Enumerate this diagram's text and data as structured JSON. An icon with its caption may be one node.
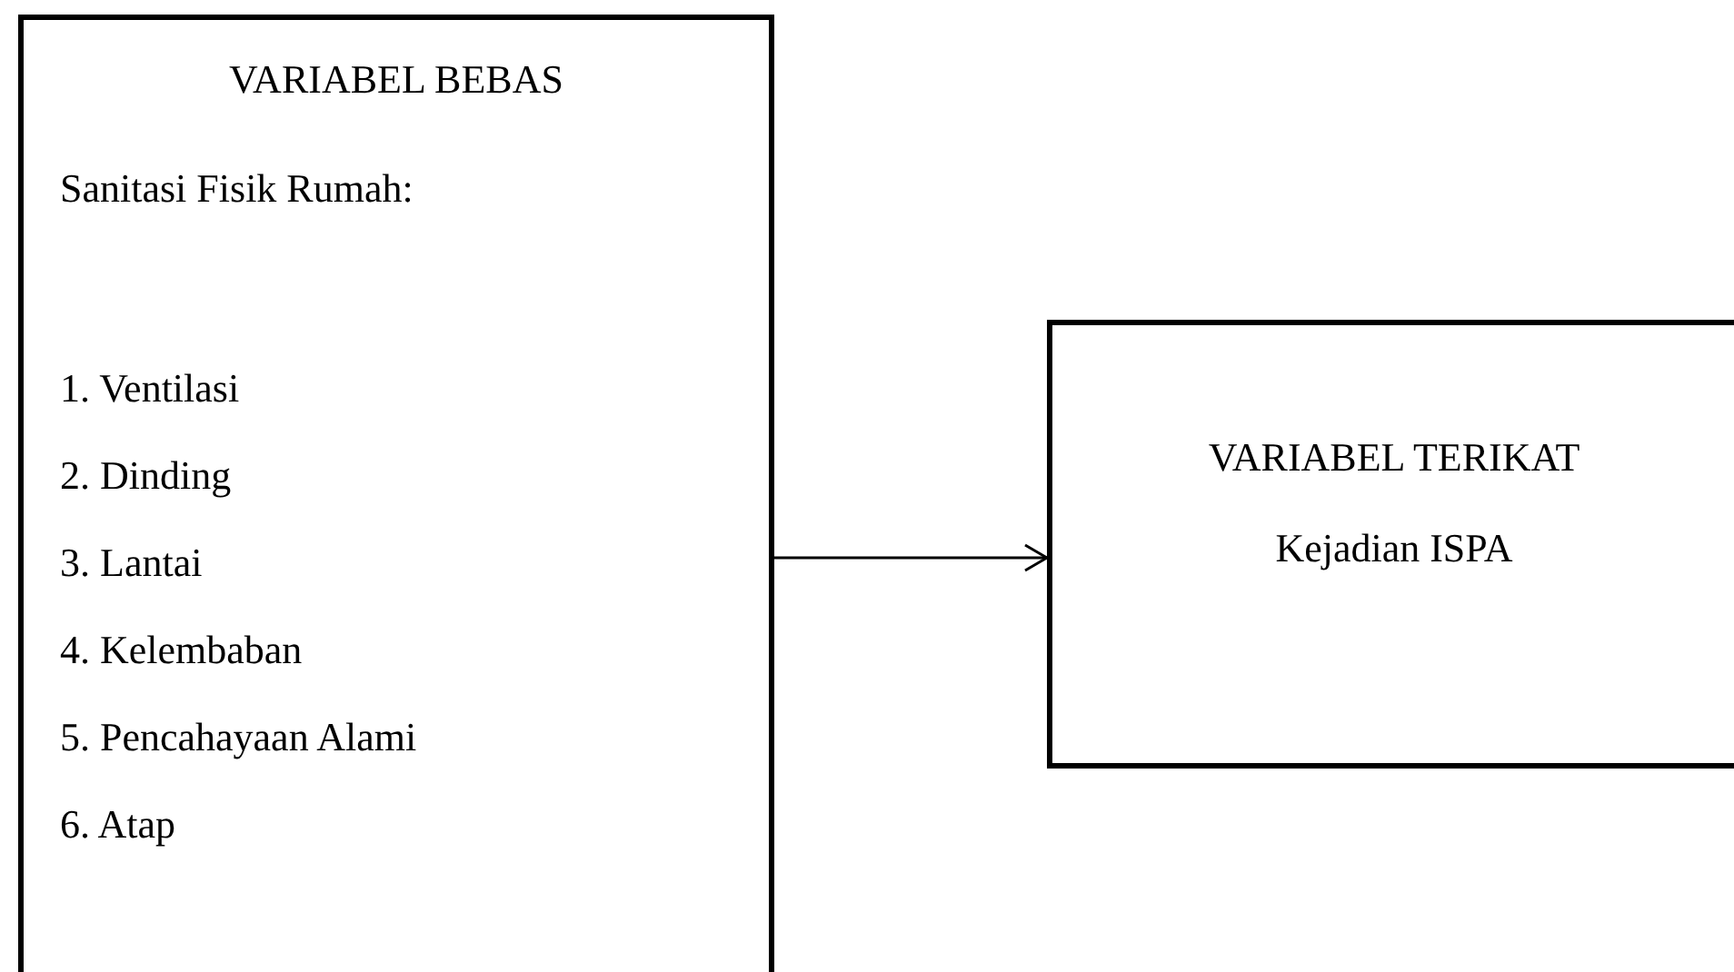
{
  "diagram": {
    "nodes": [
      {
        "text": [
          "VARIABEL BEBAS",
          "Sanitasi Fisik Rumah:",
          "1. Ventilasi",
          "2. Dinding",
          "3. Lantai",
          "4. Kelembaban",
          "5. Pencahayaan Alami",
          "6. Atap"
        ]
      },
      {
        "text": [
          "VARIABEL TERIKAT",
          "Kejadian ISPA"
        ]
      }
    ],
    "edges": [
      {
        "from": 0,
        "to": 1,
        "arrow": "to"
      }
    ]
  }
}
